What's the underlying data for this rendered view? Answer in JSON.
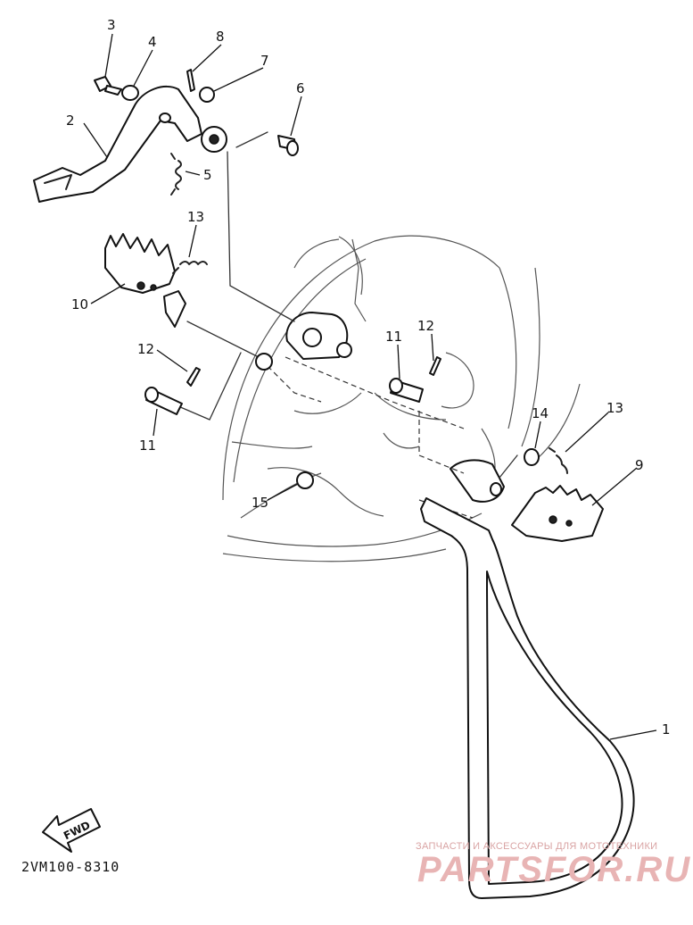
{
  "diagram": {
    "drawing_code": "2VM100-8310",
    "fwd_label": "FWD",
    "callouts": {
      "c1": "1",
      "c2": "2",
      "c3": "3",
      "c4": "4",
      "c5": "5",
      "c6": "6",
      "c7": "7",
      "c8": "8",
      "c9": "9",
      "c10": "10",
      "c11a": "11",
      "c11b": "11",
      "c12a": "12",
      "c12b": "12",
      "c13a": "13",
      "c13b": "13",
      "c14": "14",
      "c15": "15"
    }
  },
  "watermark": {
    "tagline": "ЗАПЧАСТИ И АКСЕССУАРЫ ДЛЯ МОТОТЕХНИКИ",
    "brand": "PARTSFOR.RU"
  }
}
